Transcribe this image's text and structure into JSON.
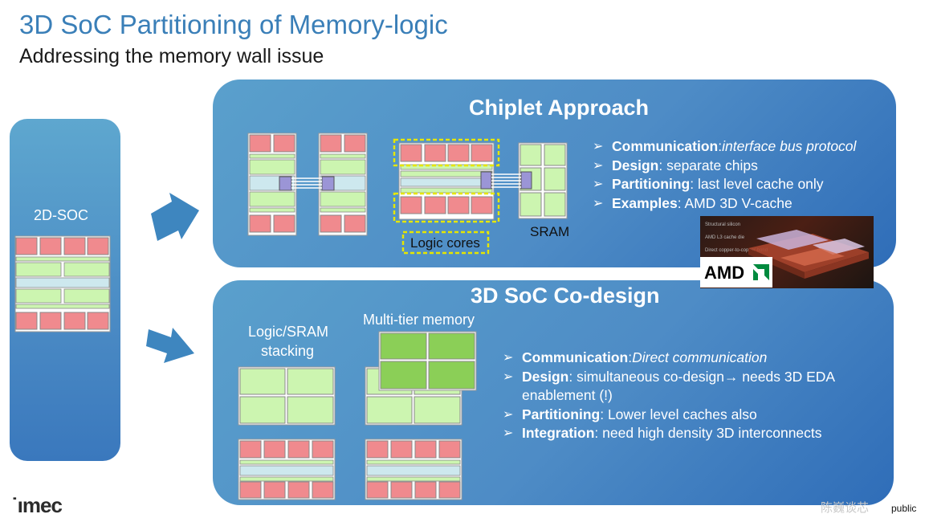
{
  "slide": {
    "title": "3D SoC Partitioning of Memory-logic",
    "subtitle": "Addressing the memory wall issue"
  },
  "left_panel": {
    "label": "2D-SOC"
  },
  "chiplet": {
    "heading": "Chiplet Approach",
    "logic_cores_label": "Logic cores",
    "sram_label": "SRAM",
    "bullets": [
      {
        "bold": "Communication",
        "rest": ": ",
        "italic": "interface bus protocol"
      },
      {
        "bold": "Design",
        "rest": ": separate chips",
        "italic": ""
      },
      {
        "bold": "Partitioning",
        "rest": ": last level cache only",
        "italic": ""
      },
      {
        "bold": "Examples",
        "rest": ": AMD 3D V-cache",
        "italic": ""
      }
    ],
    "amd_logo": "AMD",
    "amd_caption_lines": [
      "Structural silicon",
      "AMD L3 cache die",
      "Direct copper-to-copper bond"
    ]
  },
  "codesign": {
    "heading": "3D SoC Co-design",
    "stack_label_line1": "Logic/SRAM",
    "stack_label_line2": "stacking",
    "multitier_label": "Multi-tier memory",
    "bullets": [
      {
        "bold": "Communication",
        "rest": ": ",
        "italic": "Direct communication"
      },
      {
        "bold": "Design",
        "rest": ": simultaneous co-design→ needs 3D EDA",
        "italic": ""
      },
      {
        "bold": "",
        "rest": "enablement (!)",
        "italic": ""
      },
      {
        "bold": "Partitioning",
        "rest": ": Lower level caches also",
        "italic": ""
      },
      {
        "bold": "Integration",
        "rest": ": need high density 3D interconnects",
        "italic": ""
      }
    ]
  },
  "footer": {
    "logo": "˙ımec",
    "watermark": "陈巍谈芯",
    "public": "public"
  },
  "colors": {
    "title_blue": "#3a7fb8",
    "panel_blue": "#4e8cc6",
    "logic_red": "#f08a8e",
    "sram_green": "#ccf5b0",
    "bus_blue": "#cde8ee",
    "tsv_purple": "#9b95d6",
    "highlight_yellow": "#e6e600",
    "arrow_blue": "#3e86bf"
  }
}
